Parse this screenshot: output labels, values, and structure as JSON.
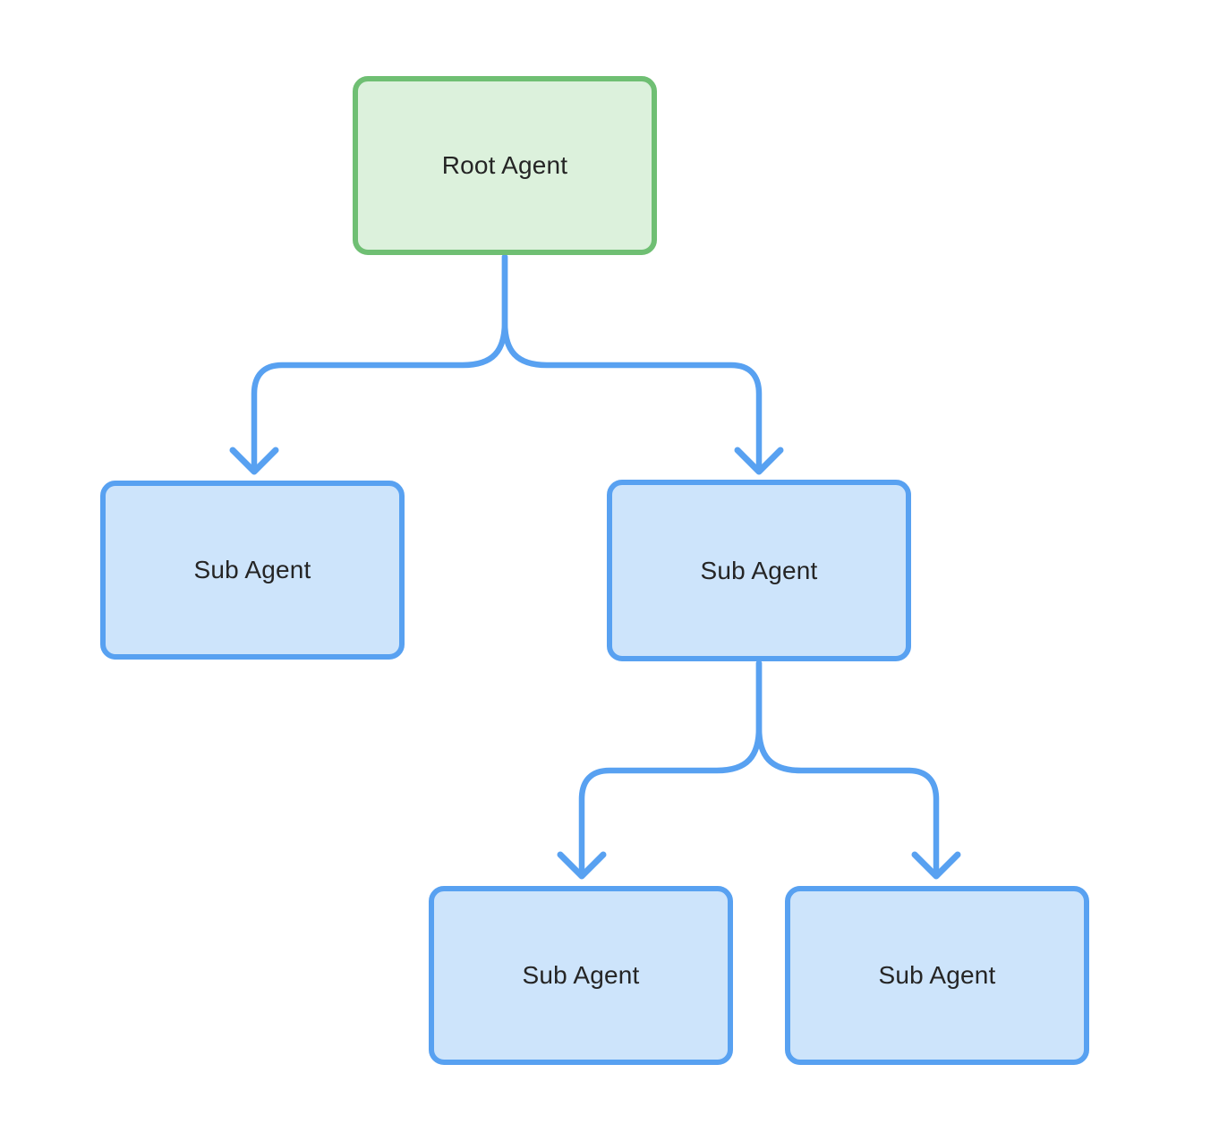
{
  "diagram": {
    "type": "tree",
    "nodes": [
      {
        "id": "root",
        "label": "Root Agent",
        "role": "root",
        "level": 0
      },
      {
        "id": "sub-left",
        "label": "Sub Agent",
        "role": "sub",
        "level": 1
      },
      {
        "id": "sub-right",
        "label": "Sub Agent",
        "role": "sub",
        "level": 1
      },
      {
        "id": "sub-bottom-left",
        "label": "Sub Agent",
        "role": "sub",
        "level": 2
      },
      {
        "id": "sub-bottom-right",
        "label": "Sub Agent",
        "role": "sub",
        "level": 2
      }
    ],
    "edges": [
      {
        "from": "root",
        "to": "sub-left",
        "arrow": "down-chevron"
      },
      {
        "from": "root",
        "to": "sub-right",
        "arrow": "down-chevron"
      },
      {
        "from": "sub-right",
        "to": "sub-bottom-left",
        "arrow": "down-chevron"
      },
      {
        "from": "sub-right",
        "to": "sub-bottom-right",
        "arrow": "down-chevron"
      }
    ],
    "colors": {
      "background": "#ffffff",
      "root_fill": "#dcf1dc",
      "root_stroke": "#6fbf73",
      "sub_fill": "#cde4fb",
      "sub_stroke": "#58a1f1",
      "connector": "#58a1f1",
      "text": "#252525"
    }
  }
}
